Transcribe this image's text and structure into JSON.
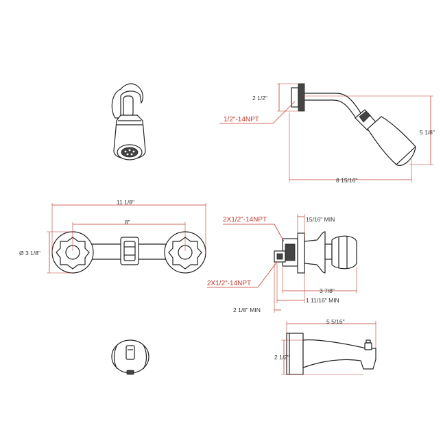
{
  "colors": {
    "dimension": "#c0392b",
    "part": "#222222",
    "background": "#ffffff"
  },
  "shower_arm": {
    "height_label": "2 1/2\"",
    "thread_label": "1/2\"-14NPT",
    "drop_label": "5 1/8\"",
    "reach_label": "8 15/16\""
  },
  "faucet": {
    "overall_width_label": "11 1/8\"",
    "center_width_label": "8\"",
    "diameter_label": "Ø 3 1/8\""
  },
  "valve": {
    "top_thread_label": "2X1/2\"-14NPT",
    "bottom_thread_label": "2X1/2\"-14NPT",
    "wall_min_label": "15/16\" MIN",
    "depth_label": "3 7/8\"",
    "body_min_label": "1 11/16\" MIN",
    "back_min_label": "2 1/8\" MIN"
  },
  "spout": {
    "length_label": "5 5/16\"",
    "height_label": "2 1/2\""
  }
}
